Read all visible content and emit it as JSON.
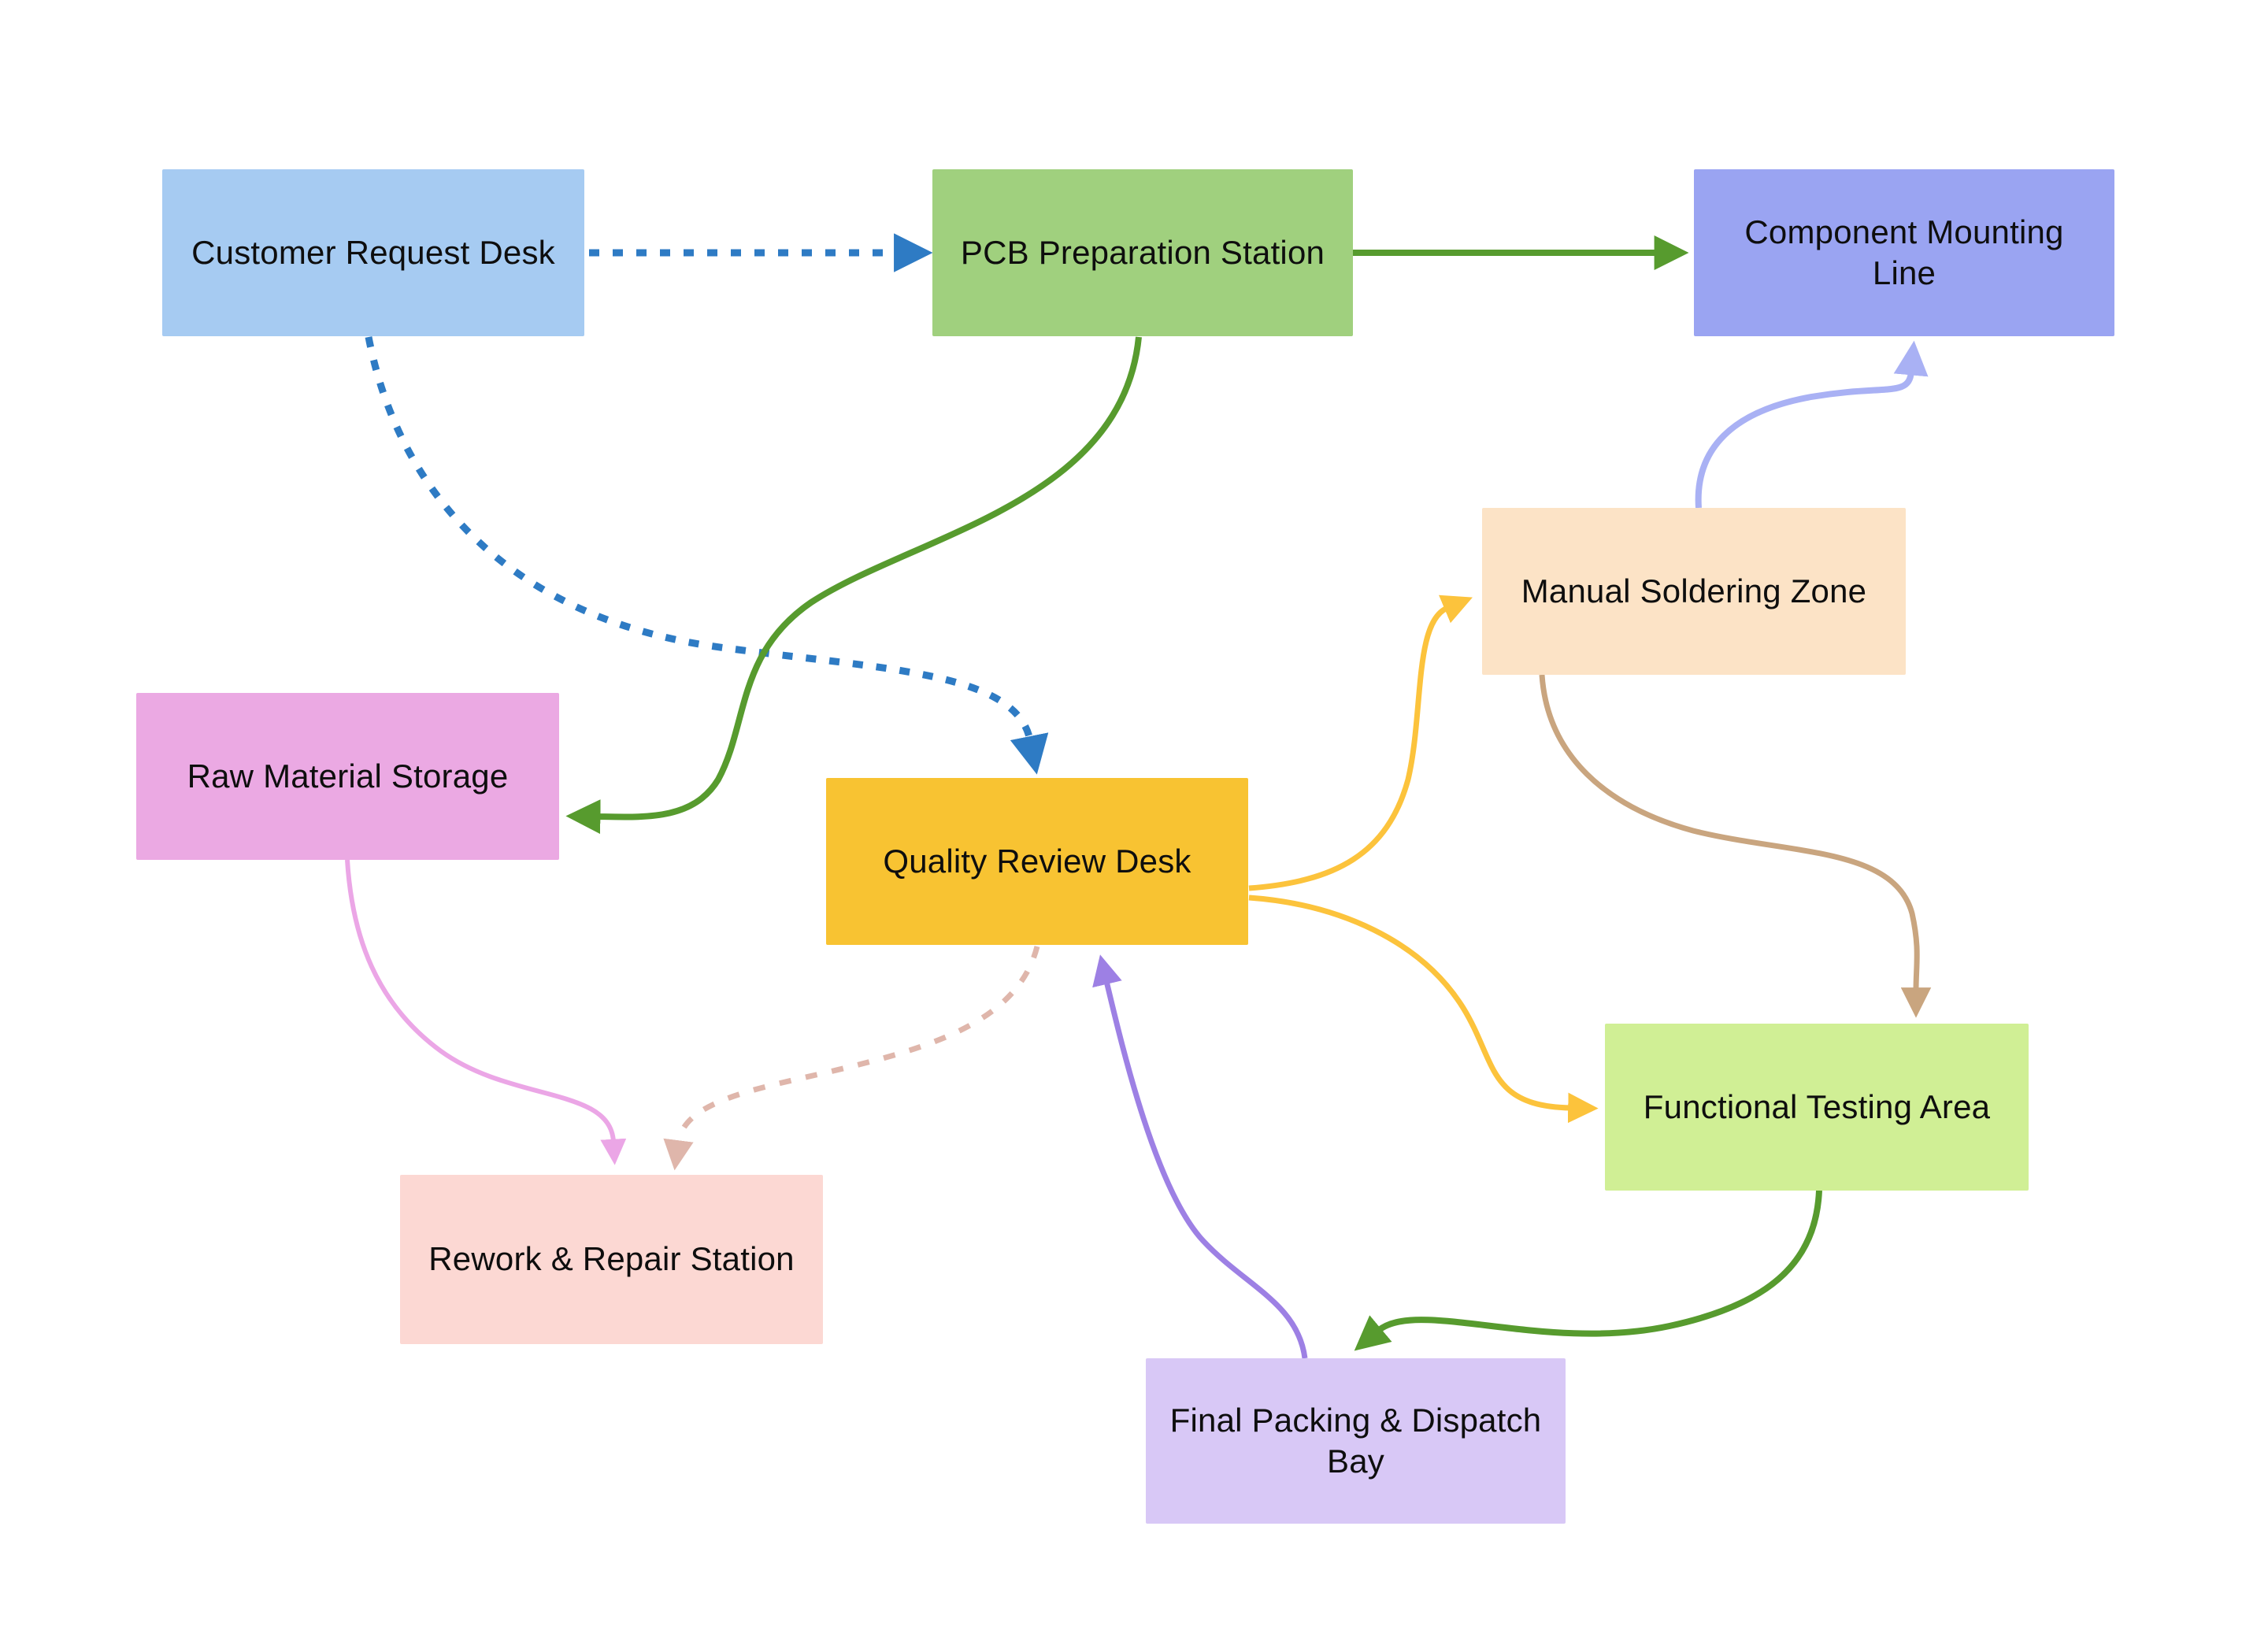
{
  "diagram": {
    "background": "#ffffff",
    "text_color": "#0e0e0e",
    "nodes": [
      {
        "id": "customer-request-desk",
        "label": "Customer Request Desk",
        "fill": "#a6cbf2"
      },
      {
        "id": "pcb-preparation-station",
        "label": "PCB Preparation Station",
        "fill": "#a0d07e"
      },
      {
        "id": "component-mounting-line",
        "label": "Component Mounting Line",
        "fill": "#9aa4f2"
      },
      {
        "id": "manual-soldering-zone",
        "label": "Manual Soldering Zone",
        "fill": "#fce3c6"
      },
      {
        "id": "raw-material-storage",
        "label": "Raw Material Storage",
        "fill": "#eba9e3"
      },
      {
        "id": "quality-review-desk",
        "label": "Quality Review Desk",
        "fill": "#f8c332"
      },
      {
        "id": "rework-repair-station",
        "label": "Rework & Repair Station",
        "fill": "#fcd8d3"
      },
      {
        "id": "functional-testing-area",
        "label": "Functional Testing Area",
        "fill": "#d0ef95"
      },
      {
        "id": "final-packing-dispatch-bay",
        "label": "Final Packing & Dispatch Bay",
        "fill": "#d8c8f6"
      }
    ],
    "edges": [
      {
        "from": "customer-request-desk",
        "to": "pcb-preparation-station",
        "color": "#2e7bc4",
        "style": "dashed"
      },
      {
        "from": "pcb-preparation-station",
        "to": "component-mounting-line",
        "color": "#579b2e",
        "style": "solid"
      },
      {
        "from": "customer-request-desk",
        "to": "quality-review-desk",
        "color": "#2e7bc4",
        "style": "dashed"
      },
      {
        "from": "pcb-preparation-station",
        "to": "raw-material-storage",
        "color": "#579b2e",
        "style": "solid"
      },
      {
        "from": "manual-soldering-zone",
        "to": "component-mounting-line",
        "color": "#a9b1f4",
        "style": "solid"
      },
      {
        "from": "quality-review-desk",
        "to": "manual-soldering-zone",
        "color": "#fcc33c",
        "style": "solid"
      },
      {
        "from": "quality-review-desk",
        "to": "functional-testing-area",
        "color": "#fcc33c",
        "style": "solid"
      },
      {
        "from": "manual-soldering-zone",
        "to": "functional-testing-area",
        "color": "#c9a57f",
        "style": "solid"
      },
      {
        "from": "raw-material-storage",
        "to": "rework-repair-station",
        "color": "#eba6e6",
        "style": "solid"
      },
      {
        "from": "quality-review-desk",
        "to": "rework-repair-station",
        "color": "#dfb6ab",
        "style": "dashed"
      },
      {
        "from": "final-packing-dispatch-bay",
        "to": "quality-review-desk",
        "color": "#9d80e4",
        "style": "solid"
      },
      {
        "from": "functional-testing-area",
        "to": "final-packing-dispatch-bay",
        "color": "#579b2e",
        "style": "solid"
      }
    ]
  }
}
